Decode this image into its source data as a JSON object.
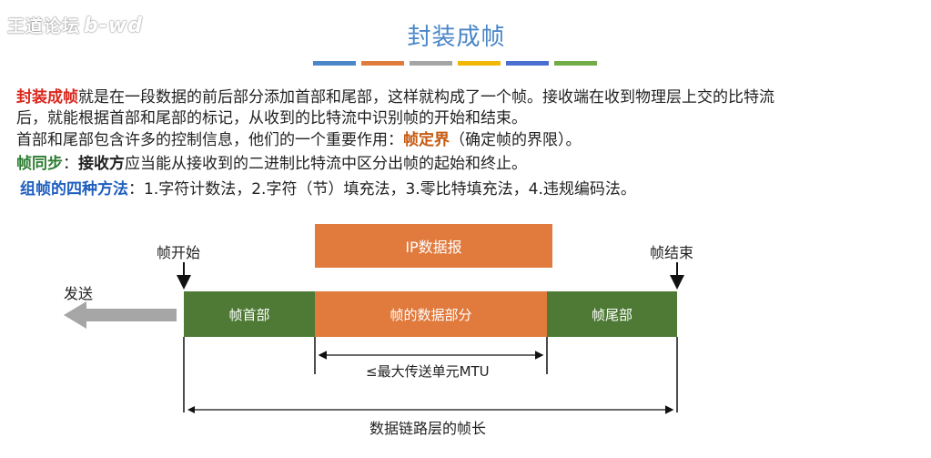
{
  "watermark": {
    "text": "王道论坛",
    "signature": "b-wd"
  },
  "title": "封装成帧",
  "title_bar_colors": [
    "#4a86c8",
    "#e07a3d",
    "#a5a5a5",
    "#f2b705",
    "#4a6fd0",
    "#70ad47"
  ],
  "para1": {
    "term": "封装成帧",
    "rest_line1": "就是在一段数据的前后部分添加首部和尾部，这样就构成了一个帧。接收端在收到物理层上交的比特流",
    "line2": "后，就能根据首部和尾部的标记，从收到的比特流中识别帧的开始和结束。"
  },
  "para2": {
    "before": "首部和尾部包含许多的控制信息，他们的一个重要作用：",
    "highlight": "帧定界",
    "after": "（确定帧的界限）。"
  },
  "para3": {
    "term": "帧同步",
    "colon": "：",
    "subject": "接收方",
    "rest": "应当能从接收到的二进制比特流中区分出帧的起始和终止。"
  },
  "para4": {
    "term": "组帧的四种方法",
    "colon": "：",
    "methods": "1.字符计数法，2.字符（节）填充法，3.零比特填充法，4.违规编码法。"
  },
  "diagram": {
    "ip_packet": "IP数据报",
    "frame_start": "帧开始",
    "frame_end": "帧结束",
    "send": "发送",
    "header": "帧首部",
    "data": "帧的数据部分",
    "trailer": "帧尾部",
    "mtu": "≤最大传送单元MTU",
    "frame_length": "数据链路层的帧长",
    "colors": {
      "orange": "#e07a3d",
      "green": "#4e7a35",
      "arrow_gray": "#a6a6a6"
    }
  }
}
